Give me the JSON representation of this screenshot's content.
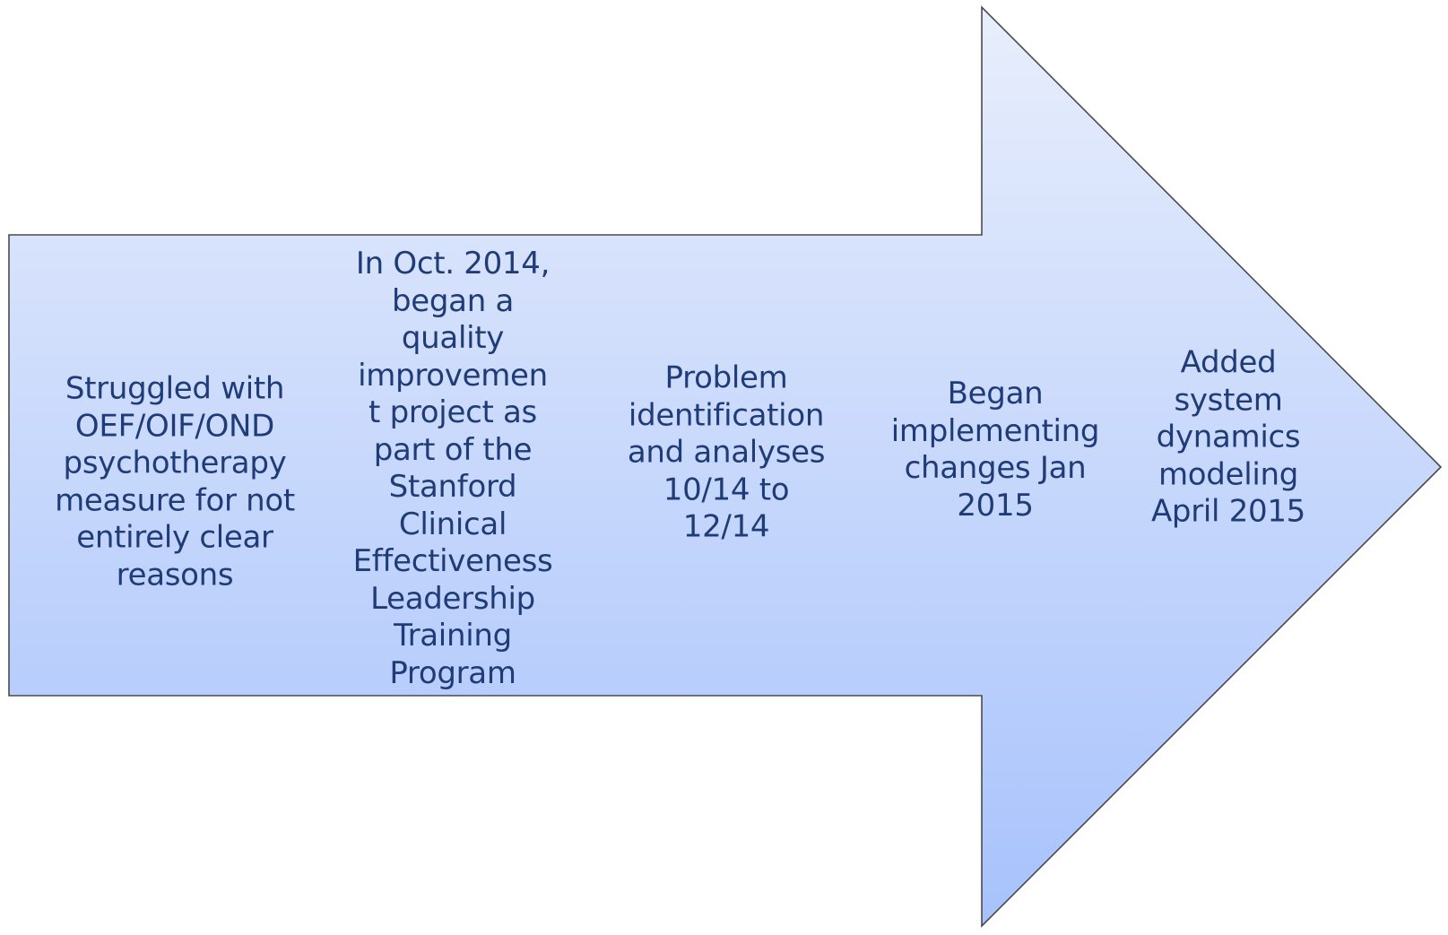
{
  "diagram": {
    "type": "process-arrow",
    "fill_top": "#e8eefc",
    "fill_bottom": "#a7c2fc",
    "stroke": "#4a4a4a",
    "text_color": "#1f3c78",
    "steps": [
      {
        "text": "Struggled with\nOEF/OIF/OND\npsychotherapy\nmeasure for not\nentirely clear\nreasons"
      },
      {
        "text": "In Oct. 2014,\nbegan a\nquality\nimprovemen\nt project as\npart of the\nStanford\nClinical\nEffectiveness\nLeadership\nTraining\nProgram"
      },
      {
        "text": "Problem\nidentification\nand analyses\n10/14 to\n12/14"
      },
      {
        "text": "Began\nimplementing\nchanges Jan\n2015"
      },
      {
        "text": "Added\nsystem\ndynamics\nmodeling\nApril 2015"
      }
    ]
  }
}
